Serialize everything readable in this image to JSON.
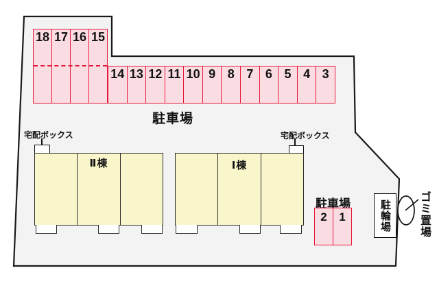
{
  "plan": {
    "colors": {
      "site_fill": "#f3f3f3",
      "boundary": "#1a1a1a",
      "parking_fill": "#fadce3",
      "parking_border": "#e6173a",
      "building_fill": "#faf6cc",
      "building_border": "#2b2b2b",
      "text": "#111111"
    },
    "labels": {
      "main_parking": "駐車場",
      "south_parking": "駐車場",
      "delivery_box_west": "宅配ボックス",
      "delivery_box_east": "宅配ボックス",
      "building_west": "Ⅱ棟",
      "building_east": "Ⅰ棟",
      "bicycle_parking": "駐輪場",
      "garbage_area": "ゴミ置場"
    },
    "parking": {
      "west_block_spaces": [
        "18",
        "17",
        "16",
        "15"
      ],
      "north_row_spaces": [
        "14",
        "13",
        "12",
        "11",
        "10",
        "9",
        "8",
        "7",
        "6",
        "5",
        "4",
        "3"
      ],
      "south_spaces": [
        "2",
        "1"
      ]
    }
  }
}
